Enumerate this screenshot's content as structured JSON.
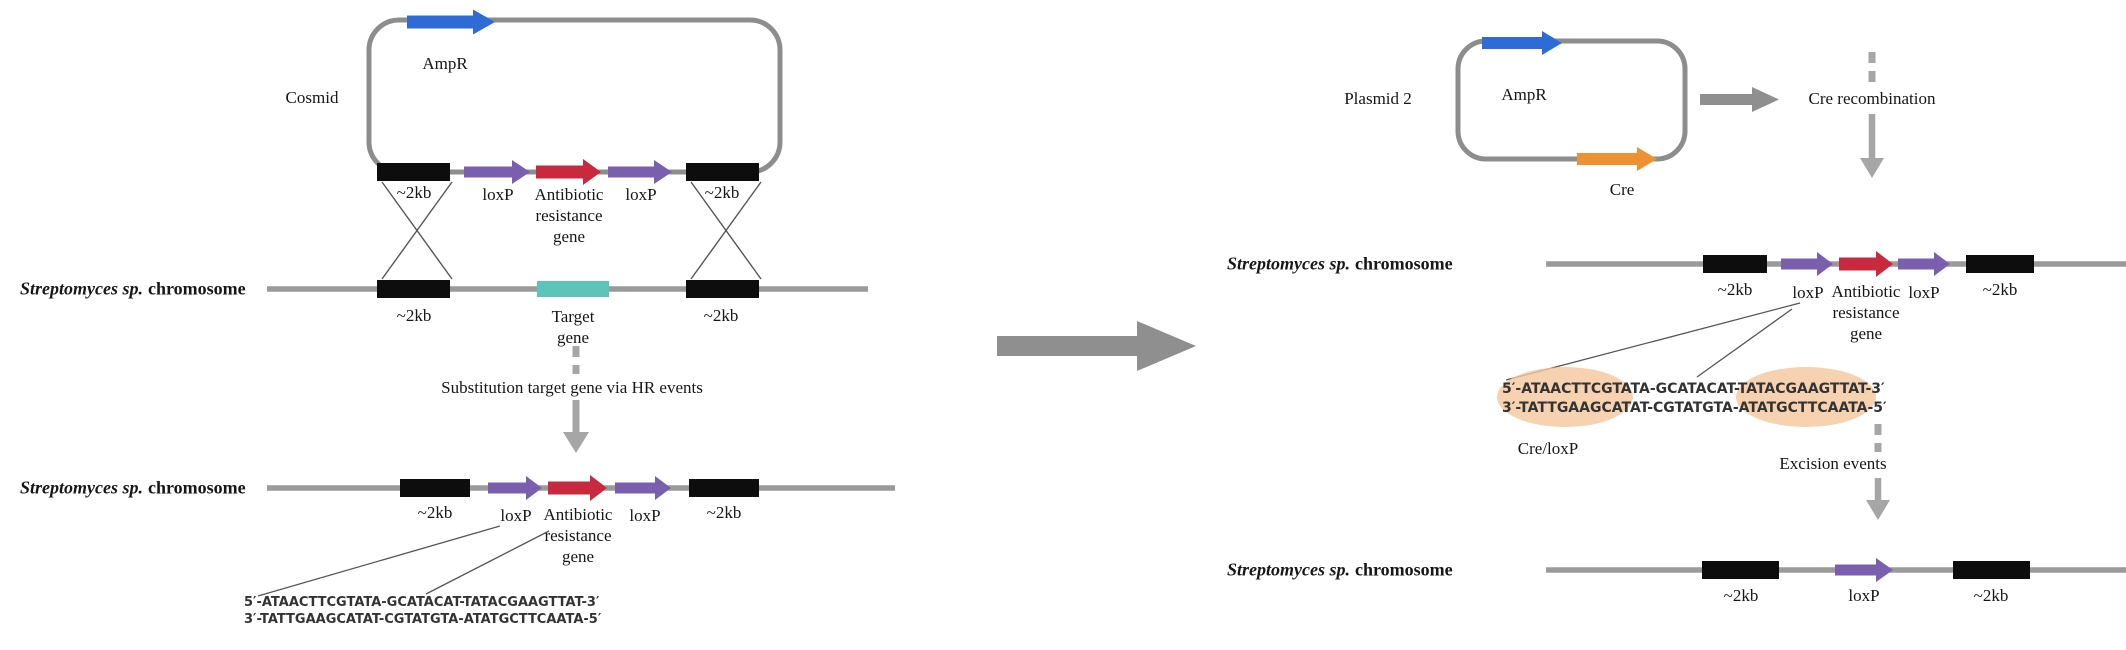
{
  "labels": {
    "cosmid": "Cosmid",
    "plasmid2": "Plasmid 2",
    "ampr": "AmpR",
    "cre": "Cre",
    "kb2": "~2kb",
    "loxp": "loxP",
    "antibiotic": "Antibiotic\nresistance\ngene",
    "target": "Target\ngene",
    "chromosome_species": "Streptomyces sp.",
    "chromosome_word": "chromosome",
    "cre_loxp": "Cre/loxP"
  },
  "steps": {
    "substitution": "Substitution target gene via HR events",
    "cre_recombination": "Cre recombination",
    "excision": "Excision events"
  },
  "sequences": {
    "top_strand": "5′-ATAACTTCGTATA-GCATACAT-TATACGAAGTTAT-3′",
    "bottom_strand": "3′-TATTGAAGCATAT-CGTATGTA-ATATGCTTCAATA-5′"
  },
  "colors": {
    "ampr_blue": "#2e6bd6",
    "loxp_purple": "#7a5fae",
    "antibiotic_red": "#c8293e",
    "cre_orange": "#ee9132",
    "target_teal": "#5cc4ba",
    "black_box": "#0d0d0d",
    "chromosome_gray": "#9a9a9a",
    "plasmid_gray": "#8d8d8d",
    "process_arrow_gray": "#8f8f8f",
    "step_arrow_gray": "#a6a6a6",
    "thin_line_gray": "#555555",
    "highlight_orange": "#f5c79c"
  }
}
